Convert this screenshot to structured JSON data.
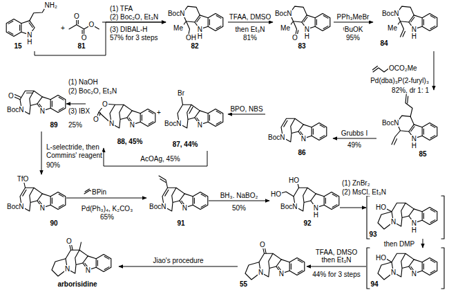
{
  "diagram": {
    "nodes": [
      {
        "text": [
          "15"
        ]
      },
      {
        "text": [
          "81"
        ]
      },
      {
        "text": [
          "82"
        ]
      },
      {
        "text": [
          "83"
        ]
      },
      {
        "text": [
          "84"
        ]
      },
      {
        "text": [
          "85"
        ]
      },
      {
        "text": [
          "86"
        ]
      },
      {
        "text": [
          "87, 44%"
        ]
      },
      {
        "text": [
          "88, 45%"
        ]
      },
      {
        "text": [
          "89"
        ]
      },
      {
        "text": [
          "90"
        ]
      },
      {
        "text": [
          "91"
        ]
      },
      {
        "text": [
          "92"
        ]
      },
      {
        "text": [
          "93"
        ]
      },
      {
        "text": [
          "94"
        ]
      },
      {
        "text": [
          "55"
        ]
      },
      {
        "text": [
          "arborisidine"
        ]
      }
    ],
    "edges": [
      {
        "from": 0,
        "to": 2,
        "arrow": "to"
      },
      {
        "from": 1,
        "to": 2,
        "arrow": "to"
      },
      {
        "from": 2,
        "to": 3,
        "arrow": "to"
      },
      {
        "from": 3,
        "to": 4,
        "arrow": "to"
      },
      {
        "from": 4,
        "to": 5,
        "arrow": "to"
      },
      {
        "from": 5,
        "to": 6,
        "arrow": "to"
      },
      {
        "from": 6,
        "to": 7,
        "arrow": "to"
      },
      {
        "from": 7,
        "to": 8,
        "arrow": "to"
      },
      {
        "from": 8,
        "to": 9,
        "arrow": "to"
      },
      {
        "from": 9,
        "to": 10,
        "arrow": "to"
      },
      {
        "from": 10,
        "to": 11,
        "arrow": "to"
      },
      {
        "from": 11,
        "to": 12,
        "arrow": "to"
      },
      {
        "from": 12,
        "to": 13,
        "arrow": "to"
      },
      {
        "from": 13,
        "to": 14,
        "arrow": "to"
      },
      {
        "from": 14,
        "to": 15,
        "arrow": "to"
      },
      {
        "from": 15,
        "to": 16,
        "arrow": "to"
      }
    ],
    "labels": [
      "NH₂",
      "N",
      "H",
      "+",
      "O",
      "O",
      "O",
      "(1) TFA",
      "(2) Boc₂O, Et₃N",
      "(3) DIBAL-H",
      "57% for 3 steps",
      "BocN",
      "Me",
      "OH",
      "N",
      "H",
      "TFAA, DMSO",
      "then Et₃N",
      "81%",
      "BocN",
      "Me",
      "O",
      "N",
      "H",
      "PPh₃MeBr",
      "ᵗBuOK",
      "95%",
      "BocN",
      "Me",
      "N",
      "H",
      "OCO₂Me",
      "Pd(dba)₃P(2-furyl)₃",
      "82%, dr 1: 1",
      "BocN",
      "N",
      "H",
      "Grubbs I",
      "49%",
      "BocN",
      "N",
      "BPO, NBS",
      "Br",
      "BocN",
      "N",
      "+",
      "O",
      "O",
      "N",
      "N",
      "AcOAg, 45%",
      "(1) NaOH",
      "(2) Boc₂O, Et₃N",
      "(3) IBX",
      "25%",
      "O",
      "BocN",
      "N",
      "L-selectride, then",
      "Commins' reagent",
      "90%",
      "TfO",
      "BocN",
      "N",
      "BPin",
      "Pd(Ph₃)₄, K₂CO₃",
      "65%",
      "BocN",
      "N",
      "BH₃. NaBO₂",
      "50%",
      "HO",
      "HO",
      "BocN",
      "N",
      "H",
      "(1) ZnBr₂",
      "(2) MsCl. Et₃N",
      "HO",
      "N",
      "N",
      "H",
      "then DMP",
      "HO",
      "N",
      "N",
      "TFAA, DMSO",
      "then Et₃N",
      "44% for 3 steps",
      "O",
      "N",
      "N",
      "Jiao's procedure",
      "O",
      "N",
      "N"
    ]
  }
}
